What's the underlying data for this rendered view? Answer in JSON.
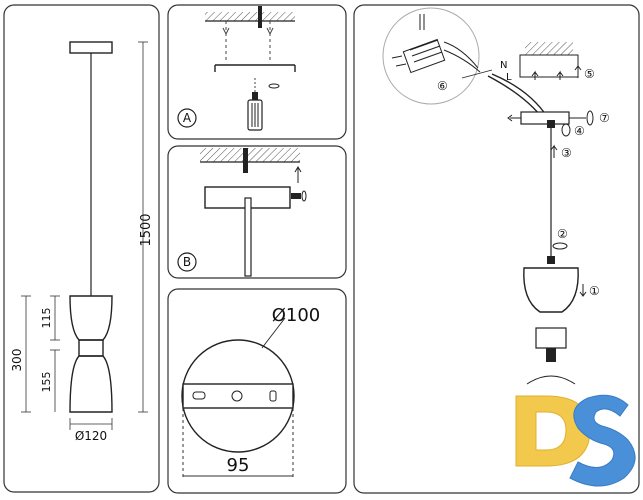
{
  "panel_main": {
    "dim_height_total": "1500",
    "dim_height_shade": "300",
    "dim_upper": "115",
    "dim_lower": "155",
    "dim_diameter": "Ø120"
  },
  "panel_a": {
    "step_label": "A"
  },
  "panel_b": {
    "step_label": "B"
  },
  "panel_canopy": {
    "dim_diameter": "Ø100",
    "dim_bracket": "95"
  },
  "panel_assembly": {
    "steps": [
      "①",
      "②",
      "③",
      "④",
      "⑤",
      "⑥",
      "⑦"
    ],
    "wire_labels": [
      "N",
      "L"
    ]
  },
  "logo": {
    "text": "DS",
    "color_d": "#f2c94c",
    "color_s": "#4a90d9"
  },
  "colors": {
    "line": "#222222",
    "panel_border": "#333333",
    "shading": "#777777"
  }
}
